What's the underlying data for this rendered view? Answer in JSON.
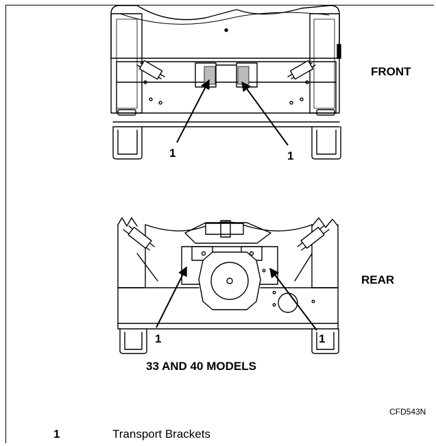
{
  "views": {
    "front_label": "FRONT",
    "rear_label": "REAR",
    "models_caption": "33 AND 40 MODELS"
  },
  "callouts": {
    "front_left": "1",
    "front_right": "1",
    "rear_left": "1",
    "rear_right": "1"
  },
  "figure_code": "CFD543N",
  "legend": {
    "number": "1",
    "text": "Transport Brackets"
  }
}
